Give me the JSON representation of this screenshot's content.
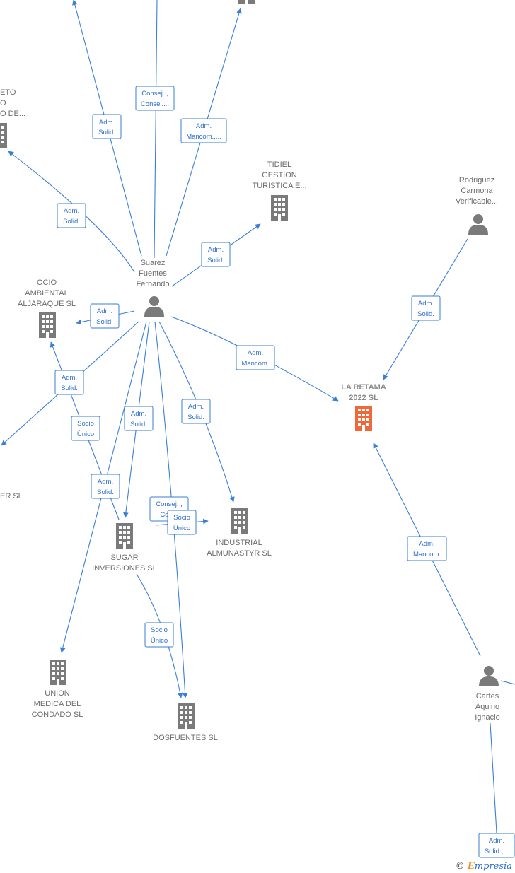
{
  "colors": {
    "edge": "#3a7fd6",
    "building": "#7a7a7a",
    "focus": "#f0683a",
    "person": "#7a7a7a"
  },
  "nodes": [
    {
      "id": "top-left",
      "type": "building",
      "lines": []
    },
    {
      "id": "top-right",
      "type": "building",
      "lines": []
    },
    {
      "id": "left-partial",
      "type": "building",
      "lines": [
        "ETO",
        "O",
        "O DE..."
      ]
    },
    {
      "id": "tidiel",
      "type": "building",
      "lines": [
        "TIDIEL",
        "GESTION",
        "TURISTICA E..."
      ]
    },
    {
      "id": "rodriguez",
      "type": "person",
      "lines": [
        "Rodriguez",
        "Carmona",
        "Verificable..."
      ]
    },
    {
      "id": "suarez",
      "type": "person",
      "lines": [
        "Suarez",
        "Fuentes",
        "Fernando"
      ]
    },
    {
      "id": "ocio",
      "type": "building",
      "lines": [
        "OCIO",
        "AMBIENTAL",
        "ALJARAQUE  SL"
      ]
    },
    {
      "id": "la-retama",
      "type": "focus",
      "lines": [
        "LA RETAMA",
        "2022  SL"
      ]
    },
    {
      "id": "left-er",
      "type": "building",
      "lines": [
        "ER SL"
      ]
    },
    {
      "id": "sugar",
      "type": "building",
      "lines": [
        "SUGAR",
        "INVERSIONES SL"
      ]
    },
    {
      "id": "industrial",
      "type": "building",
      "lines": [
        "INDUSTRIAL",
        "ALMUNASTYR SL"
      ]
    },
    {
      "id": "union",
      "type": "building",
      "lines": [
        "UNION",
        "MEDICA DEL",
        "CONDADO SL"
      ]
    },
    {
      "id": "dosfuentes",
      "type": "building",
      "lines": [
        "DOSFUENTES SL"
      ]
    },
    {
      "id": "cartes",
      "type": "person",
      "lines": [
        "Cartes",
        "Aquino",
        "Ignacio"
      ]
    }
  ],
  "edges": [
    {
      "from": "suarez",
      "to": "top-left",
      "lines": [
        "Adm.",
        "Solid."
      ]
    },
    {
      "from": "suarez",
      "to": "top-center",
      "lines": [
        "Consej. ,",
        "Consej...."
      ]
    },
    {
      "from": "suarez",
      "to": "top-right",
      "lines": [
        "Adm.",
        "Mancom.,..."
      ]
    },
    {
      "from": "suarez",
      "to": "left-partial",
      "lines": [
        "Adm.",
        "Solid."
      ]
    },
    {
      "from": "suarez",
      "to": "tidiel",
      "lines": [
        "Adm.",
        "Solid."
      ]
    },
    {
      "from": "suarez",
      "to": "ocio",
      "lines": [
        "Adm.",
        "Solid."
      ]
    },
    {
      "from": "suarez",
      "to": "la-retama",
      "lines": [
        "Adm.",
        "Mancom."
      ]
    },
    {
      "from": "suarez",
      "to": "left-er",
      "lines": [
        "Adm.",
        "Solid."
      ]
    },
    {
      "from": "sugar",
      "to": "ocio",
      "lines": [
        "Socio",
        "Único"
      ]
    },
    {
      "from": "suarez",
      "to": "sugar",
      "lines": [
        "Adm.",
        "Solid."
      ]
    },
    {
      "from": "suarez",
      "to": "industrial",
      "lines": [
        "Adm.",
        "Solid."
      ]
    },
    {
      "from": "suarez",
      "to": "union",
      "lines": [
        "Adm.",
        "Solid."
      ]
    },
    {
      "from": "suarez",
      "to": "dosfuentes",
      "lines": [
        "Consej. ,",
        "Con..."
      ]
    },
    {
      "from": "sugar",
      "to": "industrial",
      "lines": [
        "Socio",
        "Único"
      ]
    },
    {
      "from": "sugar",
      "to": "dosfuentes",
      "lines": [
        "Socio",
        "Único"
      ]
    },
    {
      "from": "rodriguez",
      "to": "la-retama",
      "lines": [
        "Adm.",
        "Solid."
      ]
    },
    {
      "from": "cartes",
      "to": "la-retama",
      "lines": [
        "Adm.",
        "Mancom."
      ]
    },
    {
      "from": "cartes",
      "to": "bottom",
      "lines": [
        "Adm.",
        "Solid.,..."
      ]
    }
  ],
  "footer": {
    "copyright": "©",
    "brand_e": "E",
    "brand_rest": "mpresia"
  }
}
